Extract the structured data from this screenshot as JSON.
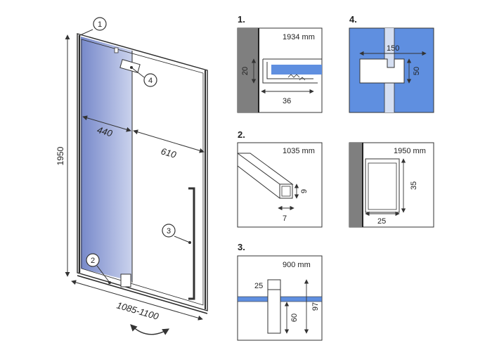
{
  "main": {
    "height": "1950",
    "fixed_width": "440",
    "door_width": "610",
    "total_width": "1085-1100",
    "callouts": [
      "1",
      "2",
      "3",
      "4"
    ]
  },
  "detail1": {
    "title": "1.",
    "length": "1934 mm",
    "depth": "20",
    "width": "36"
  },
  "detail2": {
    "title": "2.",
    "length": "1035 mm",
    "side_a": "9",
    "side_b": "7"
  },
  "detail3": {
    "title": "3.",
    "length": "900 mm",
    "top": "25",
    "inner": "60",
    "total": "97"
  },
  "detail4": {
    "title": "4.",
    "width": "150",
    "height": "50"
  },
  "detail5": {
    "length": "1950 mm",
    "height": "35",
    "width": "25"
  },
  "colors": {
    "glass": "#6f82c7",
    "panel": "#5f8fe0",
    "wall": "#7f7f7f",
    "line": "#2a2a2a",
    "callout": "#333333"
  }
}
